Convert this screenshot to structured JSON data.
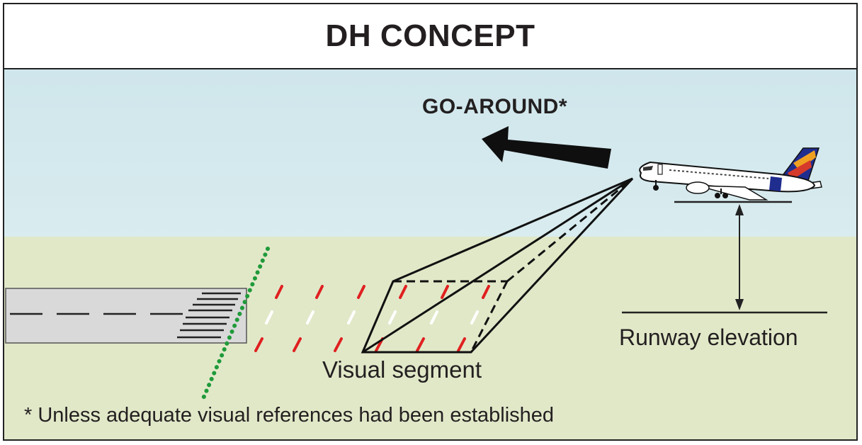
{
  "title": "DH CONCEPT",
  "labels": {
    "go_around": "GO-AROUND*",
    "runway_elevation": "Runway elevation",
    "visual_segment": "Visual segment",
    "footnote": "* Unless adequate visual references had been established"
  },
  "colors": {
    "sky": "#d3e8ed",
    "ground": "#e1e8c8",
    "threshold_lights": "#1f9a3a",
    "approach_lights_red": "#e02020",
    "approach_lights_white": "#ffffff",
    "ink": "#231f20"
  },
  "icons": [
    "go-around-arrow-icon",
    "aircraft-icon",
    "height-arrow-icon"
  ]
}
